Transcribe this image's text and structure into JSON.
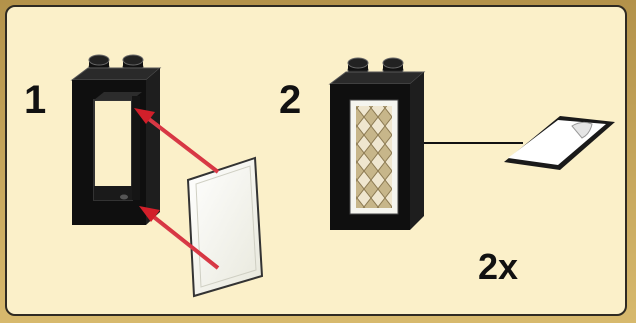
{
  "steps": [
    {
      "number": "1"
    },
    {
      "number": "2",
      "quantity": "2x"
    }
  ],
  "colors": {
    "panel_bg": "#fbf0c9",
    "frame_brick": "#111111",
    "arrow": "#d21f2a",
    "glass": "#f7f7ee",
    "lattice": "#c7b68a"
  },
  "icons": [
    "window-frame-brick",
    "window-glass-pane",
    "window-lattice-brick",
    "sticker-sheet",
    "assembly-arrow"
  ]
}
